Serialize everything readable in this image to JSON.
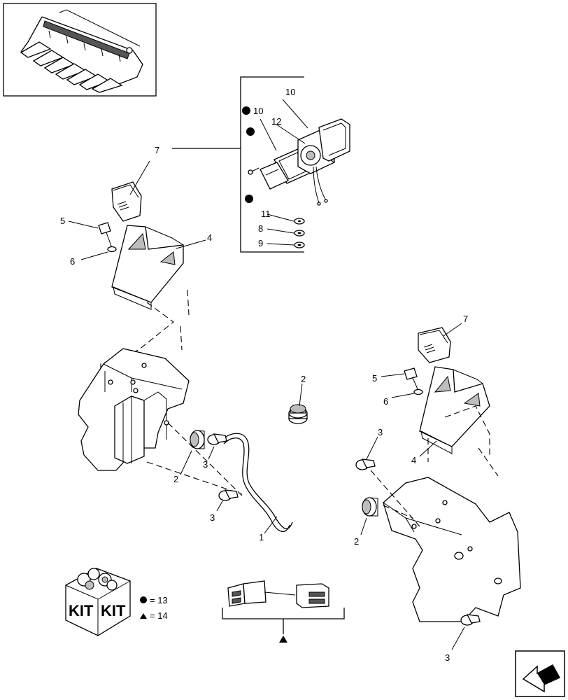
{
  "callouts": {
    "c1": "1",
    "c2a": "2",
    "c2b": "2",
    "c2c": "2",
    "c3a": "3",
    "c3b": "3",
    "c3c": "3",
    "c3d": "3",
    "c4a": "4",
    "c4b": "4",
    "c5a": "5",
    "c5b": "5",
    "c6a": "6",
    "c6b": "6",
    "c7a": "7",
    "c7b": "7",
    "c8": "8",
    "c9": "9",
    "c10a": "10",
    "c10b": "10",
    "c11": "11",
    "c12": "12"
  },
  "legend": {
    "kit_left": "KIT",
    "kit_right": "KIT",
    "circle_equals": "= 13",
    "triangle_equals": "= 14"
  },
  "icons": {
    "thumbnail": "corn-header-thumbnail",
    "kit_box": "kit-box-icon",
    "next_page": "next-page-arrow-icon"
  }
}
